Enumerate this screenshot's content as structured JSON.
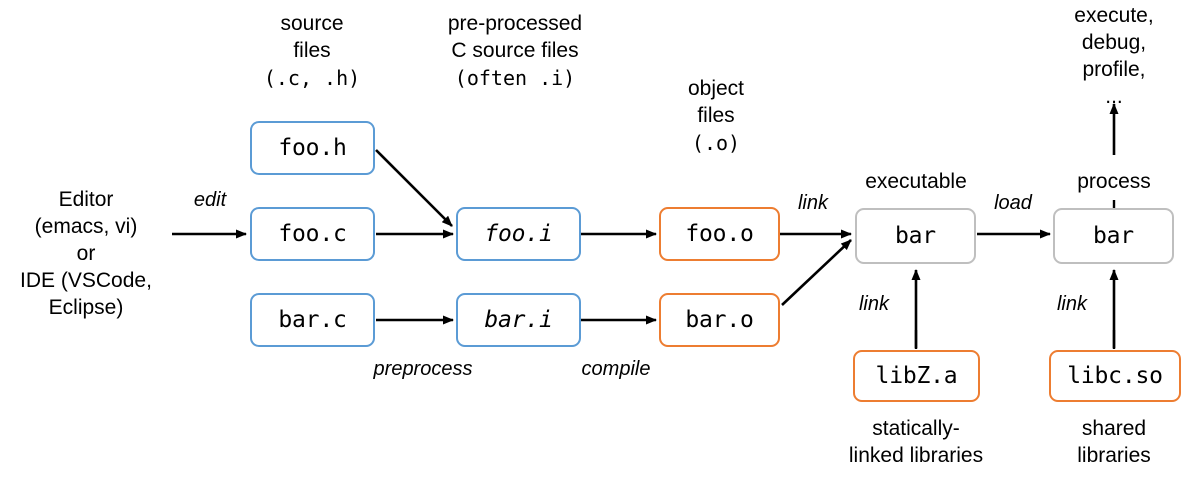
{
  "diagram": {
    "title": "C compilation toolchain pipeline",
    "colors": {
      "source_border": "#5b9bd5",
      "object_border": "#ed7d31",
      "binary_border": "#bfbfbf",
      "arrow": "#000000",
      "text": "#000000",
      "background": "#ffffff"
    }
  },
  "columns": {
    "editor": "Editor\n(emacs, vi)\nor\nIDE (VSCode,\nEclipse)",
    "source_files_line1": "source",
    "source_files_line2": "files",
    "source_files_ext": "(.c, .h)",
    "preprocessed_line1": "pre-processed",
    "preprocessed_line2": "C source files",
    "preprocessed_ext": "(often .i)",
    "object_line1": "object",
    "object_line2": "files",
    "object_ext": "(.o)",
    "executable": "executable",
    "process": "process",
    "runtime": "execute,\ndebug,\nprofile,\n...",
    "static_libs": "statically-\nlinked libraries",
    "shared_libs": "shared\nlibraries"
  },
  "nodes": [
    {
      "id": "foo_h",
      "label": "foo.h",
      "kind": "source"
    },
    {
      "id": "foo_c",
      "label": "foo.c",
      "kind": "source"
    },
    {
      "id": "bar_c",
      "label": "bar.c",
      "kind": "source"
    },
    {
      "id": "foo_i",
      "label": "foo.i",
      "kind": "source-italic"
    },
    {
      "id": "bar_i",
      "label": "bar.i",
      "kind": "source-italic"
    },
    {
      "id": "foo_o",
      "label": "foo.o",
      "kind": "object"
    },
    {
      "id": "bar_o",
      "label": "bar.o",
      "kind": "object"
    },
    {
      "id": "bar_exe",
      "label": "bar",
      "kind": "binary"
    },
    {
      "id": "bar_proc",
      "label": "bar",
      "kind": "binary"
    },
    {
      "id": "libz",
      "label": "libZ.a",
      "kind": "object"
    },
    {
      "id": "libc",
      "label": "libc.so",
      "kind": "object"
    }
  ],
  "edge_labels": {
    "edit": "edit",
    "preprocess": "preprocess",
    "compile": "compile",
    "link_objects": "link",
    "link_static": "link",
    "link_shared": "link",
    "load": "load"
  }
}
